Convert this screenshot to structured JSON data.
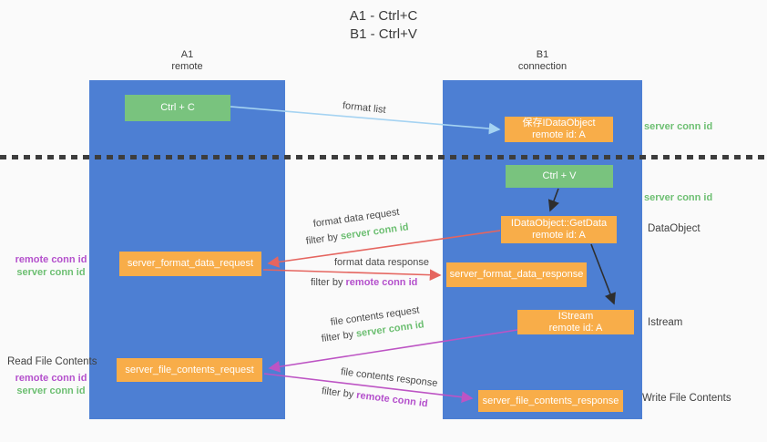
{
  "title": {
    "line1": "A1 - Ctrl+C",
    "line2": "B1 - Ctrl+V"
  },
  "lanes": {
    "a": {
      "line1": "A1",
      "line2": "remote"
    },
    "b": {
      "line1": "B1",
      "line2": "connection"
    }
  },
  "nodes": {
    "ctrl_c": "Ctrl + C",
    "ctrl_v": "Ctrl + V",
    "save_dataobject_line1": "保存IDataObject",
    "save_dataobject_line2": "remote id: A",
    "getdata_line1": "IDataObject::GetData",
    "getdata_line2": "remote id: A",
    "istream_line1": "IStream",
    "istream_line2": "remote id: A",
    "format_request": "server_format_data_request",
    "format_response": "server_format_data_response",
    "file_request": "server_file_contents_request",
    "file_response": "server_file_contents_response"
  },
  "mid_labels": {
    "format_list": "format list",
    "format_data_request": "format data request",
    "format_data_response": "format data response",
    "file_contents_request": "file contents request",
    "file_contents_response": "file contents response",
    "filter_by": "filter by ",
    "server_conn_id": "server conn id",
    "remote_conn_id": "remote conn id"
  },
  "side_labels": {
    "server_conn_id": "server conn id",
    "remote_conn_id": "remote conn id",
    "dataobject": "DataObject",
    "istream": "Istream",
    "read_file_contents": "Read File Contents",
    "write_file_contents": "Write File Contents"
  },
  "colors": {
    "background": "#fafafa",
    "lane_blue": "#4d7fd3",
    "box_green": "#79c37e",
    "box_orange": "#f8ad49",
    "arrow_blue": "#a5d3f2",
    "arrow_red": "#e5655f",
    "arrow_magenta": "#bd54c4",
    "arrow_black": "#2e2e2e",
    "text_green": "#6dbf72",
    "text_purple": "#b450cc",
    "text_dark": "#3f3f3f"
  }
}
